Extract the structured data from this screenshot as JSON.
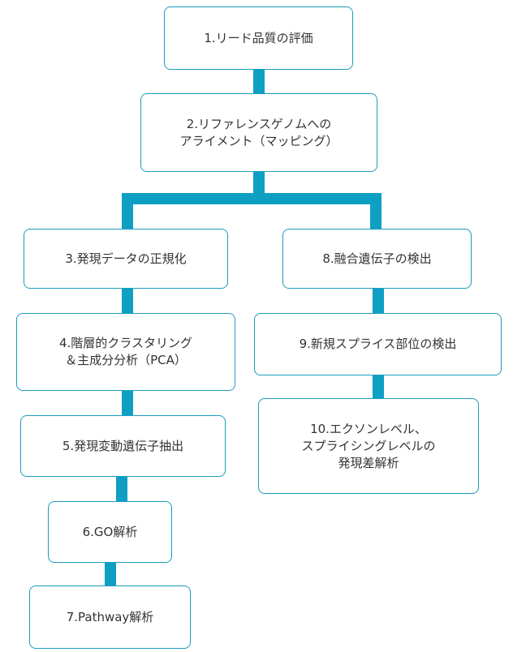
{
  "colors": {
    "connector": "#0f9fc3",
    "box_border": "#1b9cbf",
    "text": "#333333",
    "background": "#ffffff"
  },
  "steps": [
    {
      "id": 1,
      "label": "1.リード品質の評価"
    },
    {
      "id": 2,
      "label": "2.リファレンスゲノムへの\nアライメント（マッピング）"
    },
    {
      "id": 3,
      "label": "3.発現データの正規化"
    },
    {
      "id": 4,
      "label": "4.階層的クラスタリング\n＆主成分分析（PCA）"
    },
    {
      "id": 5,
      "label": "5.発現変動遺伝子抽出"
    },
    {
      "id": 6,
      "label": "6.GO解析"
    },
    {
      "id": 7,
      "label": "7.Pathway解析"
    },
    {
      "id": 8,
      "label": "8.融合遺伝子の検出"
    },
    {
      "id": 9,
      "label": "9.新規スプライス部位の検出"
    },
    {
      "id": 10,
      "label": "10.エクソンレベル、\nスプライシングレベルの\n発現差解析"
    }
  ],
  "edges": [
    {
      "from": 1,
      "to": 2
    },
    {
      "from": 2,
      "to": 3
    },
    {
      "from": 2,
      "to": 8
    },
    {
      "from": 3,
      "to": 4
    },
    {
      "from": 4,
      "to": 5
    },
    {
      "from": 5,
      "to": 6
    },
    {
      "from": 6,
      "to": 7
    },
    {
      "from": 8,
      "to": 9
    },
    {
      "from": 9,
      "to": 10
    }
  ]
}
